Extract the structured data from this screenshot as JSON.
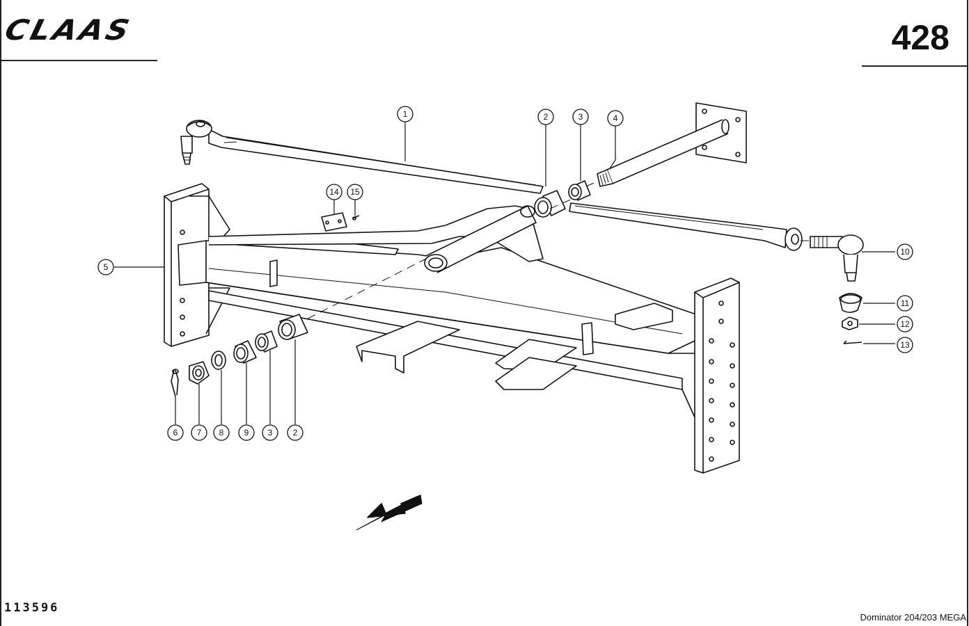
{
  "header": {
    "logo_text": "CLAAS",
    "page_number": "428"
  },
  "footer": {
    "drawing_number": "113596",
    "model": "Dominator 204/203 MEGA"
  },
  "callouts": [
    {
      "id": "c1",
      "label": "1"
    },
    {
      "id": "c2a",
      "label": "2"
    },
    {
      "id": "c3a",
      "label": "3"
    },
    {
      "id": "c4",
      "label": "4"
    },
    {
      "id": "c5",
      "label": "5"
    },
    {
      "id": "c6",
      "label": "6"
    },
    {
      "id": "c7",
      "label": "7"
    },
    {
      "id": "c8",
      "label": "8"
    },
    {
      "id": "c9",
      "label": "9"
    },
    {
      "id": "c3b",
      "label": "3"
    },
    {
      "id": "c2b",
      "label": "2"
    },
    {
      "id": "c10",
      "label": "10"
    },
    {
      "id": "c11",
      "label": "11"
    },
    {
      "id": "c12",
      "label": "12"
    },
    {
      "id": "c13",
      "label": "13"
    },
    {
      "id": "c14",
      "label": "14"
    },
    {
      "id": "c15",
      "label": "15"
    }
  ],
  "colors": {
    "ink": "#111111",
    "paper": "#ffffff"
  }
}
